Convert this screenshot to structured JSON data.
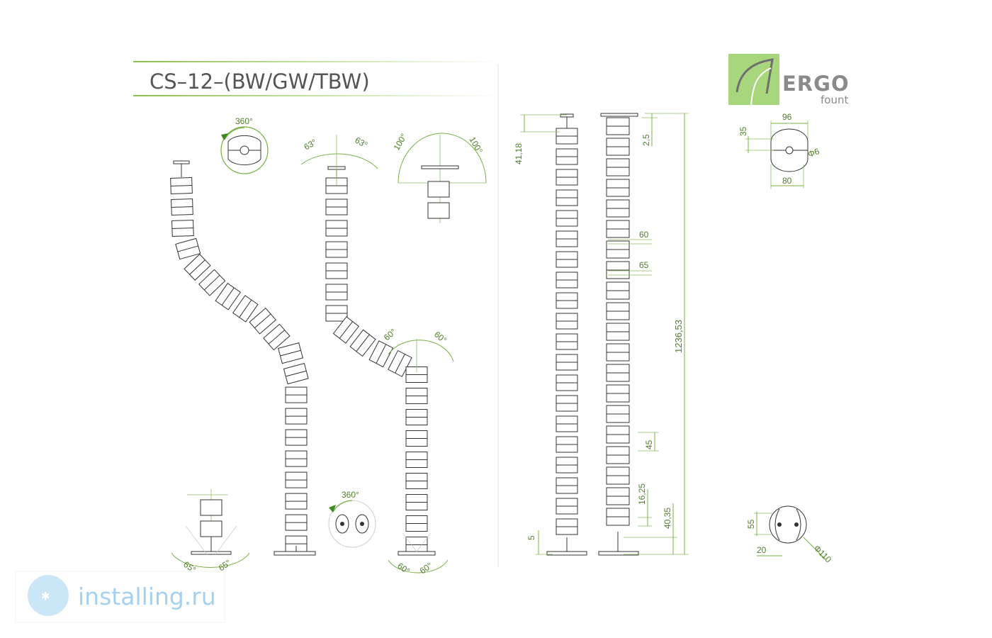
{
  "title": "CS–12–(BW/GW/TBW)",
  "logo": {
    "name": "ERGO",
    "subname": "fount"
  },
  "watermark": {
    "text": "installing.ru"
  },
  "colors": {
    "accent": "#77b043",
    "line": "#333333",
    "title": "#555555",
    "logo_bg": "#a8d67c",
    "watermark": "#8ec7ea"
  },
  "rotation": {
    "top": "360°",
    "bottom": "360°"
  },
  "angles": {
    "top_left": "63°",
    "top_right": "63°",
    "side_left": "100°",
    "side_right": "100°",
    "mid_left": "60°",
    "mid_right": "60°",
    "base1_left": "65°",
    "base1_right": "65°",
    "base2_left": "60°",
    "base2_right": "60°"
  },
  "dims": {
    "top_offset": "41,18",
    "plate": "2,5",
    "pitch": "60",
    "segment": "65",
    "total_height": "1236,53",
    "link": "45",
    "gap": "16,25",
    "foot": "40,35",
    "base": "5",
    "top_width": "96",
    "top_depth": "35",
    "hole": "Φ6",
    "top_inner": "80",
    "base_depth": "55",
    "base_edge": "20",
    "base_diameter": "Φ110"
  }
}
